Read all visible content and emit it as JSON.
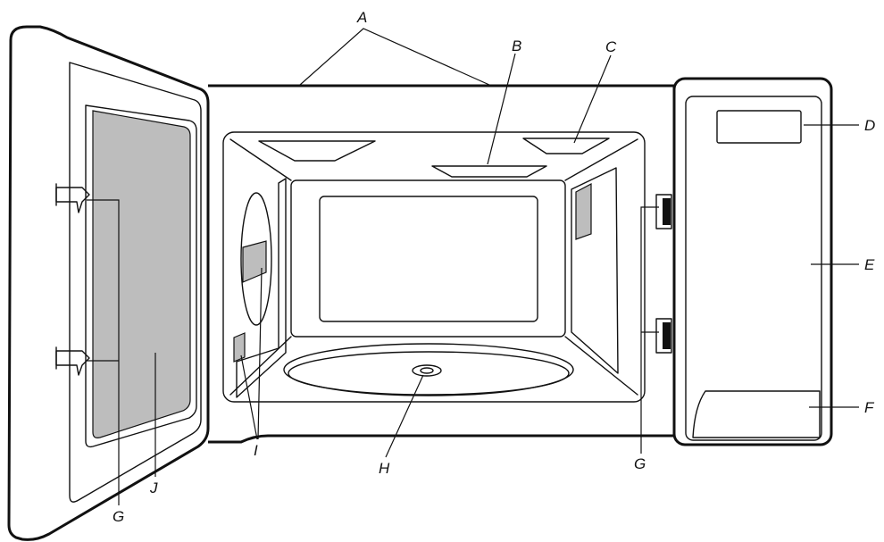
{
  "labels": {
    "A": "A",
    "B": "B",
    "C": "C",
    "D": "D",
    "E": "E",
    "F": "F",
    "G_left": "G",
    "G_right": "G",
    "H": "H",
    "I": "I",
    "J": "J"
  },
  "colors": {
    "outline": "#111111",
    "window": "#bdbdbd",
    "background": "#ffffff"
  }
}
